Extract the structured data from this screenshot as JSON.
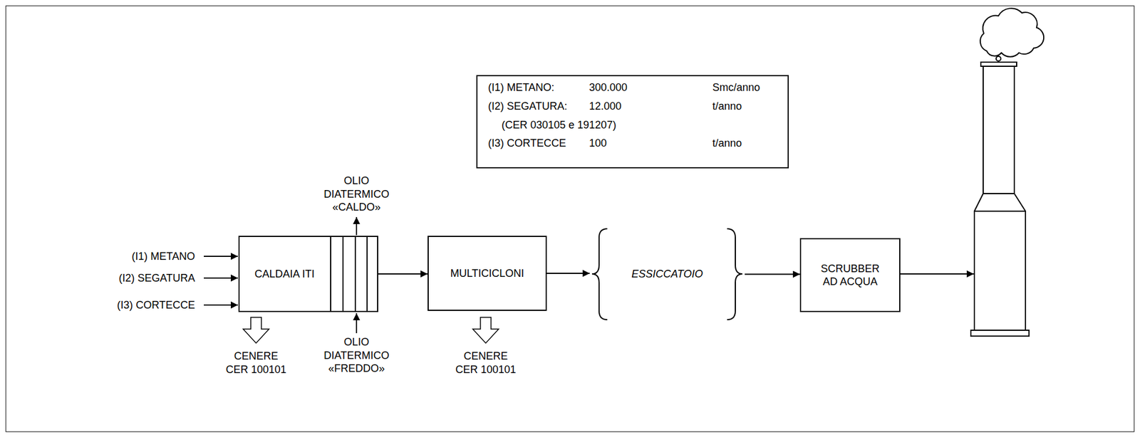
{
  "diagram": {
    "nodes": [
      {
        "text": [
          "(I1) METANO:",
          "300.000",
          "Smc/anno",
          "(I2) SEGATURA:",
          "12.000",
          "t/anno",
          "(CER 030105 e 191207)",
          "(I3) CORTECCE",
          "100",
          "t/anno"
        ]
      },
      {
        "text": [
          "CALDAIA ITI"
        ]
      },
      {
        "text": [
          "MULTICICLONI"
        ]
      },
      {
        "text": [
          "ESSICCATOIO"
        ]
      },
      {
        "text": [
          "SCRUBBER AD ACQUA"
        ]
      }
    ],
    "edges": [
      {
        "from": 1,
        "to": 2,
        "arrow": "to"
      },
      {
        "from": 2,
        "to": 3,
        "arrow": "to"
      },
      {
        "from": 3,
        "to": 4,
        "arrow": "to"
      }
    ],
    "labels": [
      "(I1) METANO",
      "(I2) SEGATURA",
      "(I3) CORTECCE",
      "OLIO DIATERMICO «CALDO»",
      "OLIO DIATERMICO «FREDDO»",
      "CENERE CER 100101",
      "CENERE CER 100101"
    ]
  }
}
